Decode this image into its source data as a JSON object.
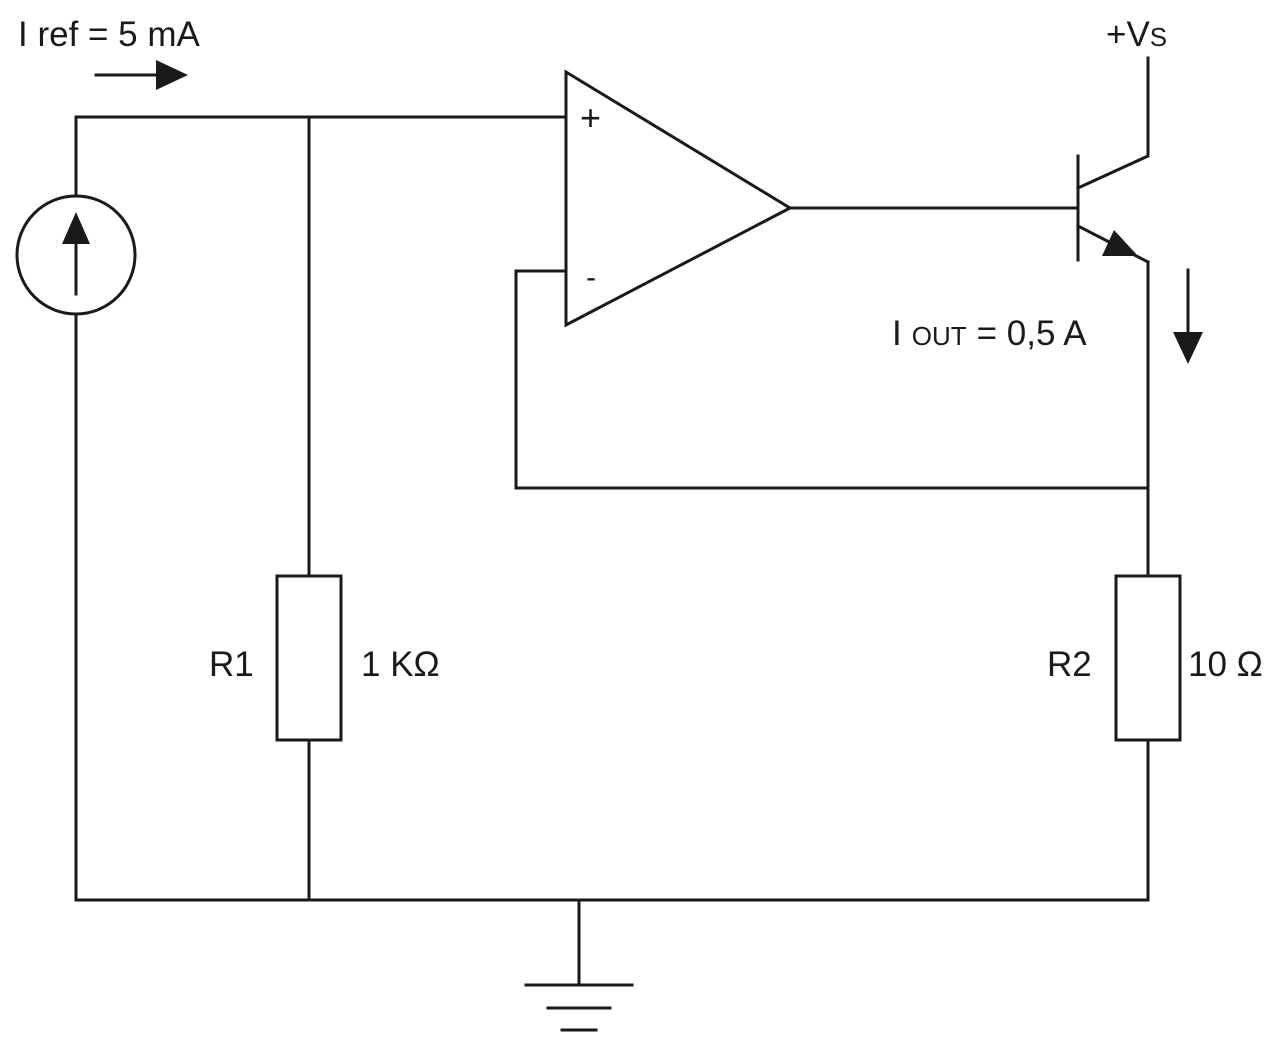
{
  "labels": {
    "iref": "I ref = 5 mA",
    "vs": "+V",
    "vs_sub": "S",
    "iout_i": "I",
    "iout_sub": "OUT",
    "iout_val": "= 0,5 A",
    "plus": "+",
    "minus": "-",
    "r1_name": "R1",
    "r1_value": "1 KΩ",
    "r2_name": "R2",
    "r2_value": "10 Ω"
  }
}
